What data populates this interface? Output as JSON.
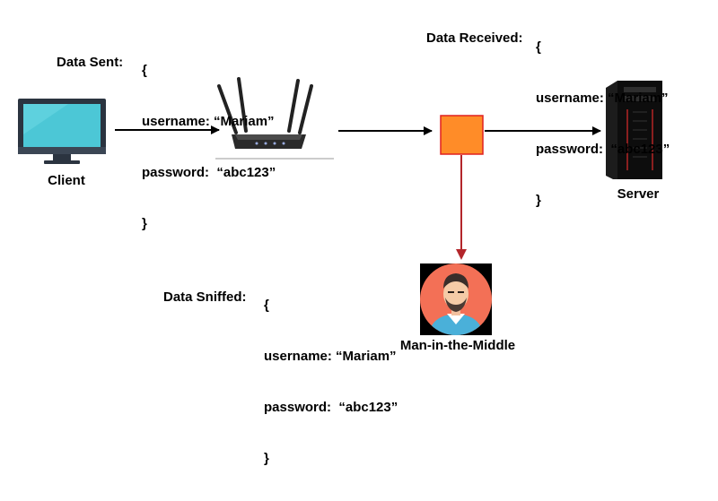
{
  "nodes": {
    "client": {
      "label": "Client",
      "icon": "monitor-icon"
    },
    "router": {
      "icon": "wifi-router-icon"
    },
    "interceptor": {
      "icon": "orange-square-node",
      "color": "#ff8c28"
    },
    "server": {
      "label": "Server",
      "icon": "server-tower-icon"
    },
    "attacker": {
      "label": "Man-in-the-Middle",
      "icon": "attacker-avatar-icon"
    }
  },
  "payloads": {
    "sent": {
      "label": "Data Sent:",
      "lines": [
        "{",
        "username: “Mariam”",
        "password:  “abc123”",
        "}"
      ]
    },
    "received": {
      "label": "Data Received:",
      "lines": [
        "{",
        "username: “Mariam”",
        "password:  “abc123”",
        "}"
      ]
    },
    "sniffed": {
      "label": "Data Sniffed:",
      "lines": [
        "{",
        "username: “Mariam”",
        "password:  “abc123”",
        "}"
      ]
    }
  },
  "colors": {
    "flow_arrow": "#000000",
    "sniff_arrow": "#b3262b",
    "interceptor_fill": "#ff8c28",
    "interceptor_border": "#e02020",
    "monitor_screen": "#4cc7d6",
    "avatar_bg": "#f37056"
  }
}
